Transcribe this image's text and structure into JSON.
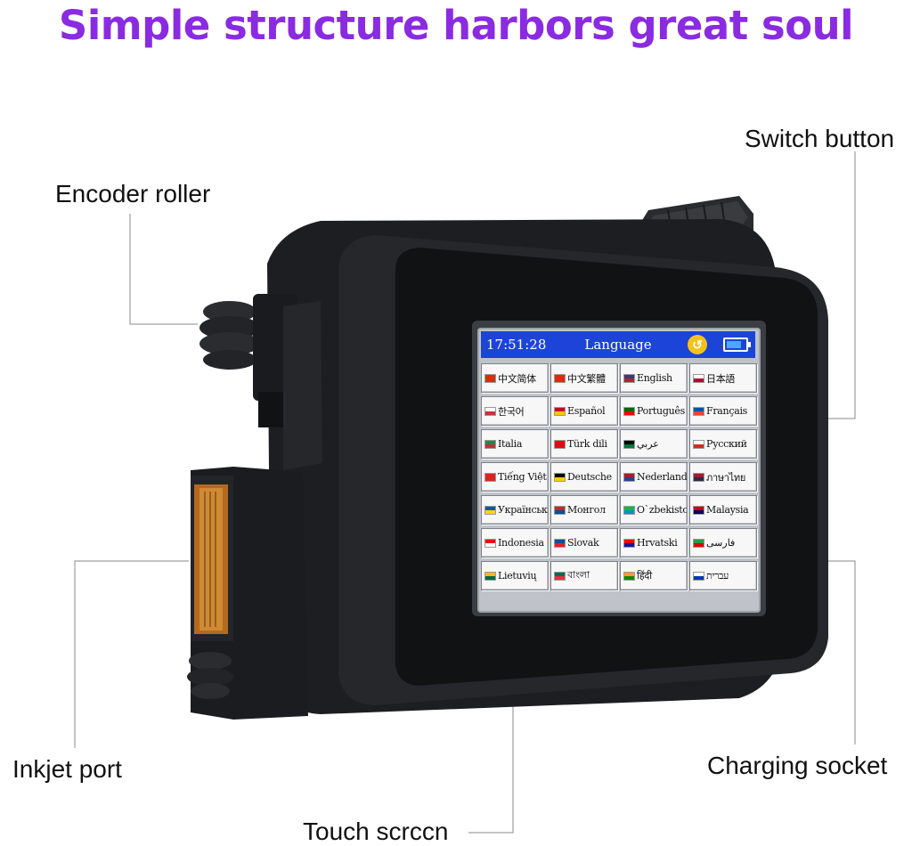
{
  "headline": "Simple structure harbors great soul",
  "callouts": {
    "switch_button": "Switch button",
    "encoder_roller": "Encoder roller",
    "inkjet_port": "Inkjet port",
    "charging_socket": "Charging socket",
    "touch_screen": "Touch scrccn"
  },
  "screen": {
    "time": "17:51:28",
    "title": "Language",
    "reset_icon": "refresh-icon",
    "battery_icon": "battery-icon",
    "status_bar_color": "#1d44d8",
    "languages": [
      {
        "label": "中文简体",
        "flag": [
          "#de2910",
          "#de2910"
        ]
      },
      {
        "label": "中文繁體",
        "flag": [
          "#de2910",
          "#de2910"
        ]
      },
      {
        "label": "English",
        "flag": [
          "#3c3b6e",
          "#b22234"
        ]
      },
      {
        "label": "日本語",
        "flag": [
          "#ffffff",
          "#bc002d"
        ]
      },
      {
        "label": "한국어",
        "flag": [
          "#ffffff",
          "#cd2e3a"
        ]
      },
      {
        "label": "Español",
        "flag": [
          "#c60b1e",
          "#ffc400"
        ]
      },
      {
        "label": "Português",
        "flag": [
          "#006600",
          "#ff0000"
        ]
      },
      {
        "label": "Français",
        "flag": [
          "#0055a4",
          "#ef4135"
        ]
      },
      {
        "label": "Italia",
        "flag": [
          "#009246",
          "#ce2b37"
        ]
      },
      {
        "label": "Türk dili",
        "flag": [
          "#e30a17",
          "#e30a17"
        ]
      },
      {
        "label": "عربي",
        "flag": [
          "#000000",
          "#007a3d"
        ]
      },
      {
        "label": "Русский",
        "flag": [
          "#ffffff",
          "#d52b1e"
        ]
      },
      {
        "label": "Tiếng Việt",
        "flag": [
          "#da251d",
          "#da251d"
        ]
      },
      {
        "label": "Deutsche",
        "flag": [
          "#000000",
          "#ffce00"
        ]
      },
      {
        "label": "Nederland",
        "flag": [
          "#ae1c28",
          "#21468b"
        ]
      },
      {
        "label": "ภาษาไทย",
        "flag": [
          "#a51931",
          "#2d2a4a"
        ]
      },
      {
        "label": "Українська",
        "flag": [
          "#0057b7",
          "#ffd700"
        ]
      },
      {
        "label": "Монгол",
        "flag": [
          "#c4272f",
          "#015197"
        ]
      },
      {
        "label": "O`zbekiston",
        "flag": [
          "#1eb53a",
          "#0099b5"
        ]
      },
      {
        "label": "Malaysia",
        "flag": [
          "#cc0001",
          "#010066"
        ]
      },
      {
        "label": "Indonesia",
        "flag": [
          "#ff0000",
          "#ffffff"
        ]
      },
      {
        "label": "Slovak",
        "flag": [
          "#0b4ea2",
          "#ee1c25"
        ]
      },
      {
        "label": "Hrvatski",
        "flag": [
          "#ff0000",
          "#171796"
        ]
      },
      {
        "label": "فارسی",
        "flag": [
          "#239f40",
          "#da0000"
        ]
      },
      {
        "label": "Lietuvių",
        "flag": [
          "#fdb913",
          "#006a44"
        ]
      },
      {
        "label": "বাংলা",
        "flag": [
          "#006a4e",
          "#f42a41"
        ]
      },
      {
        "label": "हिंदी",
        "flag": [
          "#ff9933",
          "#138808"
        ]
      },
      {
        "label": "עברית",
        "flag": [
          "#ffffff",
          "#0038b8"
        ]
      }
    ]
  }
}
